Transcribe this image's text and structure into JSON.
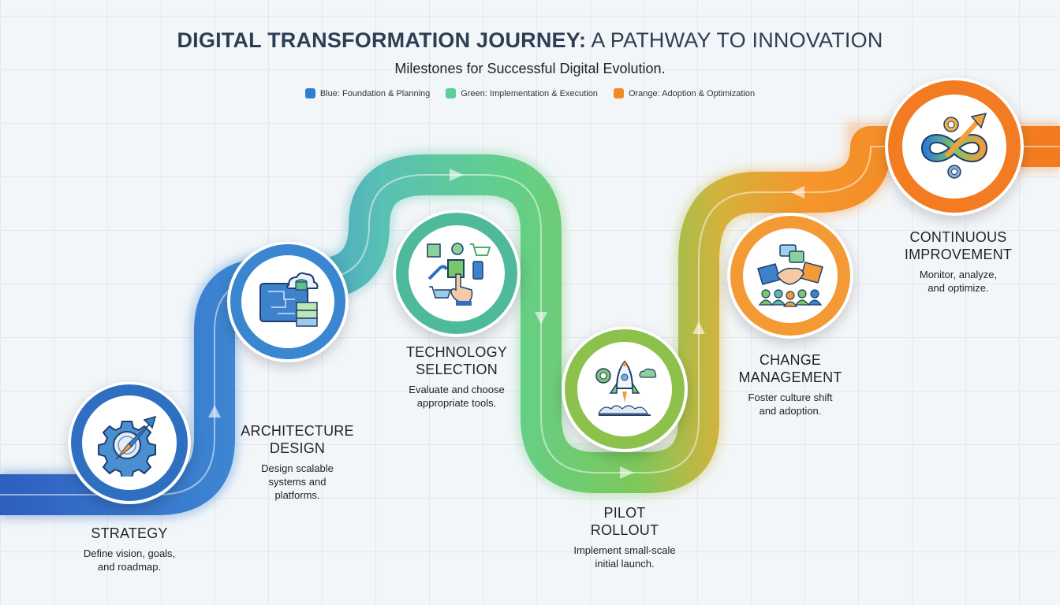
{
  "header": {
    "title_bold": "DIGITAL TRANSFORMATION JOURNEY:",
    "title_light": "A PATHWAY TO INNOVATION",
    "subtitle": "Milestones for Successful Digital Evolution."
  },
  "legend": [
    {
      "label": "Blue: Foundation & Planning",
      "color": "#2f7fd0"
    },
    {
      "label": "Green: Implementation & Execution",
      "color": "#5ccf9a"
    },
    {
      "label": "Orange: Adoption & Optimization",
      "color": "#f28a2a"
    }
  ],
  "colors": {
    "blue": "#2e6fc4",
    "teal": "#4fb3c8",
    "green": "#5cc97e",
    "yellow_green": "#b9c24a",
    "orange": "#f2871f"
  },
  "milestones": [
    {
      "title_line1": "STRATEGY",
      "title_line2": "",
      "desc_line1": "Define vision, goals,",
      "desc_line2": "and roadmap.",
      "icon": "gear-compass-icon",
      "phase": "blue"
    },
    {
      "title_line1": "ARCHITECTURE",
      "title_line2": "DESIGN",
      "desc_line1": "Design scalable",
      "desc_line2": "systems and",
      "desc_line3": "platforms.",
      "icon": "blueprint-cloud-database-icon",
      "phase": "blue"
    },
    {
      "title_line1": "TECHNOLOGY",
      "title_line2": "SELECTION",
      "desc_line1": "Evaluate and choose",
      "desc_line2": "appropriate tools.",
      "icon": "tech-tools-selection-icon",
      "phase": "green"
    },
    {
      "title_line1": "PILOT",
      "title_line2": "ROLLOUT",
      "desc_line1": "Implement small-scale",
      "desc_line2": "initial launch.",
      "icon": "rocket-launch-icon",
      "phase": "green"
    },
    {
      "title_line1": "CHANGE",
      "title_line2": "MANAGEMENT",
      "desc_line1": "Foster culture shift",
      "desc_line2": "and adoption.",
      "icon": "handshake-team-icon",
      "phase": "orange"
    },
    {
      "title_line1": "CONTINUOUS",
      "title_line2": "IMPROVEMENT",
      "desc_line1": "Monitor, analyze,",
      "desc_line2": "and optimize.",
      "icon": "infinity-gears-icon",
      "phase": "orange"
    }
  ]
}
